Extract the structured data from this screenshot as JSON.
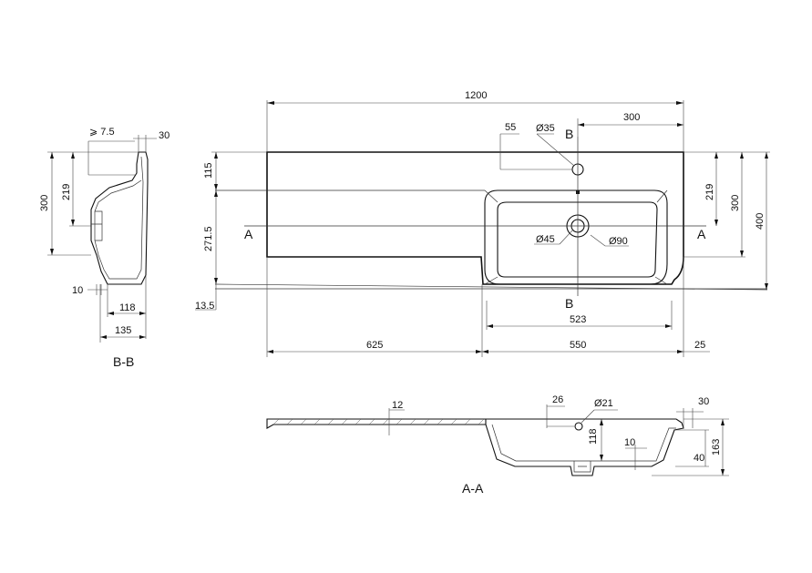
{
  "plan": {
    "overall_width": "1200",
    "left_length": "625",
    "basin_length": "550",
    "right_offset": "25",
    "basin_inner_width": "523",
    "tap_offset_top": "300",
    "tap_offset_small": "55",
    "tap_hole": "Ø35",
    "drain_hole": "Ø45",
    "drain_outer": "Ø90",
    "depth_115": "115",
    "depth_271": "271.5",
    "depth_13": "13.5",
    "right_219": "219",
    "right_300": "300",
    "right_400": "400",
    "section_a_left": "A",
    "section_a_right": "A",
    "section_b_top": "B",
    "section_b_bottom": "B"
  },
  "section_bb": {
    "title": "B-B",
    "slope": "⩾ 7.5",
    "top_30": "30",
    "height_300": "300",
    "height_219": "219",
    "bottom_10": "10",
    "width_118": "118",
    "width_135": "135"
  },
  "section_aa": {
    "title": "A-A",
    "thickness_12": "12",
    "offset_26": "26",
    "tap_21": "Ø21",
    "height_118": "118",
    "wall_10": "10",
    "top_30": "30",
    "height_163": "163",
    "bottom_40": "40"
  }
}
